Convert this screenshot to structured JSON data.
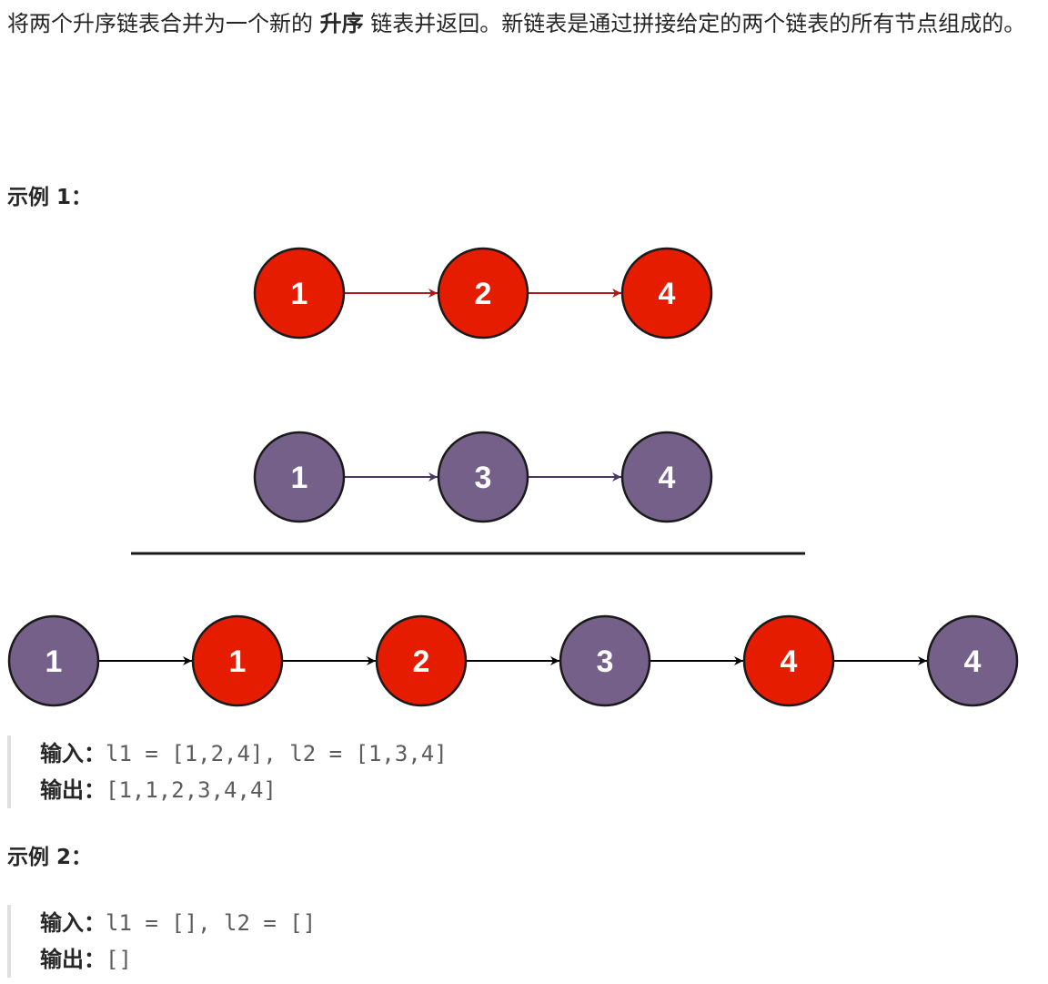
{
  "description": {
    "part1": "将两个升序链表合并为一个新的 ",
    "bold": "升序",
    "part2": " 链表并返回。新链表是通过拼接给定的两个链表的所有节点组成的。"
  },
  "example1": {
    "heading": "示例 1：",
    "input_label": "输入：",
    "input_value": "l1 = [1,2,4], l2 = [1,3,4]",
    "output_label": "输出：",
    "output_value": "[1,1,2,3,4,4]"
  },
  "example2": {
    "heading": "示例 2：",
    "input_label": "输入：",
    "input_value": "l1 = [], l2 = []",
    "output_label": "输出：",
    "output_value": "[]"
  },
  "diagram": {
    "colors": {
      "red": "#e51c00",
      "purple": "#75608a",
      "red_arrow": "#b01818",
      "purple_arrow": "#4c3866",
      "black_arrow": "#000000",
      "stroke": "#1a1a1a"
    },
    "list1": {
      "values": [
        "1",
        "2",
        "4"
      ],
      "color": "red"
    },
    "list2": {
      "values": [
        "1",
        "3",
        "4"
      ],
      "color": "purple"
    },
    "merged": {
      "values": [
        "1",
        "1",
        "2",
        "3",
        "4",
        "4"
      ],
      "colors": [
        "purple",
        "red",
        "red",
        "purple",
        "red",
        "purple"
      ]
    }
  }
}
